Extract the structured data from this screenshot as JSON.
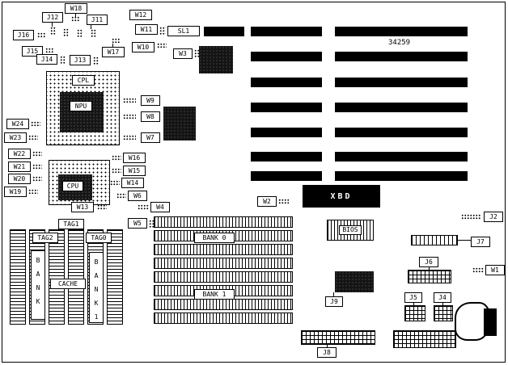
{
  "diagram": {
    "title": "motherboard-layout-diagram",
    "part_number": "34259",
    "cpl_label": "CPL",
    "npu_label": "NPU",
    "cpu_label": "CPU",
    "xbd_label": "XBD",
    "bios_label": "BIOS",
    "colors": {
      "line": "#000000",
      "background": "#ffffff",
      "chip_fill": "#141414"
    },
    "shapes": {
      "slots": [
        [
          252,
          33,
          50,
          12
        ],
        [
          310,
          33,
          88,
          12
        ],
        [
          414,
          33,
          164,
          12
        ],
        [
          310,
          64,
          88,
          12
        ],
        [
          414,
          64,
          164,
          12
        ],
        [
          310,
          96,
          88,
          12
        ],
        [
          414,
          96,
          164,
          12
        ],
        [
          310,
          127,
          88,
          12
        ],
        [
          414,
          127,
          164,
          12
        ],
        [
          310,
          158,
          88,
          12
        ],
        [
          414,
          158,
          164,
          12
        ],
        [
          310,
          188,
          88,
          12
        ],
        [
          414,
          188,
          164,
          12
        ],
        [
          310,
          212,
          88,
          12
        ],
        [
          414,
          212,
          164,
          12
        ]
      ],
      "chips": [
        [
          "ic-chip-top",
          246,
          57,
          42,
          34
        ],
        [
          "ic-chip-mid",
          202,
          132,
          40,
          42
        ],
        [
          "keyboard-controller-chip",
          414,
          336,
          48,
          26
        ]
      ],
      "labels": [
        [
          "W18",
          80,
          4,
          28,
          13
        ],
        [
          "J12",
          52,
          15,
          26,
          13
        ],
        [
          "J11",
          107,
          18,
          26,
          13
        ],
        [
          "W12",
          160,
          12,
          28,
          13
        ],
        [
          "W11",
          167,
          30,
          28,
          13
        ],
        [
          "SL1",
          207,
          32,
          40,
          13
        ],
        [
          "J16",
          16,
          37,
          26,
          13
        ],
        [
          "J15",
          27,
          57,
          26,
          13
        ],
        [
          "J14",
          45,
          67,
          26,
          13
        ],
        [
          "J13",
          86,
          68,
          26,
          13
        ],
        [
          "W17",
          126,
          58,
          28,
          13
        ],
        [
          "W10",
          163,
          52,
          28,
          13
        ],
        [
          "W3",
          214,
          60,
          24,
          13
        ],
        [
          "W9",
          174,
          118,
          24,
          13
        ],
        [
          "W8",
          174,
          138,
          24,
          13
        ],
        [
          "W7",
          174,
          164,
          24,
          13
        ],
        [
          "W24",
          8,
          147,
          28,
          13
        ],
        [
          "W23",
          5,
          164,
          28,
          13
        ],
        [
          "W22",
          10,
          184,
          28,
          13
        ],
        [
          "W21",
          10,
          200,
          28,
          13
        ],
        [
          "W20",
          10,
          215,
          28,
          13
        ],
        [
          "W19",
          5,
          231,
          28,
          13
        ],
        [
          "W16",
          152,
          189,
          28,
          13
        ],
        [
          "W15",
          152,
          205,
          28,
          13
        ],
        [
          "W14",
          150,
          220,
          28,
          13
        ],
        [
          "W6",
          158,
          236,
          24,
          13
        ],
        [
          "W13",
          88,
          250,
          28,
          13
        ],
        [
          "W4",
          186,
          250,
          24,
          13
        ],
        [
          "W5",
          158,
          270,
          24,
          13
        ],
        [
          "W2",
          318,
          243,
          24,
          13
        ],
        [
          "J2",
          598,
          262,
          24,
          13
        ],
        [
          "J7",
          582,
          293,
          24,
          13
        ],
        [
          "W1",
          600,
          328,
          24,
          13
        ],
        [
          "J6",
          518,
          318,
          24,
          13
        ],
        [
          "J5",
          500,
          362,
          22,
          13
        ],
        [
          "J4",
          536,
          362,
          22,
          13
        ],
        [
          "J9",
          402,
          367,
          22,
          13
        ],
        [
          "J8",
          392,
          430,
          24,
          13
        ],
        [
          "TAG1",
          72,
          271,
          32,
          13
        ],
        [
          "TAG2",
          40,
          288,
          32,
          13
        ],
        [
          "TAG0",
          106,
          288,
          32,
          13
        ],
        [
          "CACHE",
          62,
          345,
          44,
          13
        ],
        [
          "BANK 0",
          240,
          288,
          50,
          13
        ],
        [
          "BANK 1",
          240,
          358,
          50,
          13
        ]
      ],
      "jumpers": [
        [
          88,
          20,
          10,
          7
        ],
        [
          62,
          33,
          7,
          10
        ],
        [
          78,
          35,
          7,
          10
        ],
        [
          95,
          36,
          7,
          10
        ],
        [
          112,
          36,
          7,
          10
        ],
        [
          197,
          33,
          8,
          11
        ],
        [
          46,
          40,
          10,
          7
        ],
        [
          56,
          59,
          10,
          7
        ],
        [
          74,
          69,
          7,
          10
        ],
        [
          115,
          70,
          7,
          10
        ],
        [
          138,
          47,
          10,
          7
        ],
        [
          194,
          53,
          12,
          7
        ],
        [
          240,
          61,
          7,
          11
        ],
        [
          152,
          121,
          16,
          7
        ],
        [
          152,
          141,
          16,
          7
        ],
        [
          152,
          167,
          16,
          7
        ],
        [
          38,
          150,
          12,
          7
        ],
        [
          35,
          167,
          12,
          7
        ],
        [
          40,
          187,
          12,
          7
        ],
        [
          40,
          203,
          12,
          7
        ],
        [
          40,
          218,
          12,
          7
        ],
        [
          35,
          234,
          12,
          7
        ],
        [
          138,
          192,
          12,
          7
        ],
        [
          138,
          208,
          12,
          7
        ],
        [
          136,
          223,
          12,
          7
        ],
        [
          144,
          239,
          12,
          7
        ],
        [
          120,
          253,
          12,
          7
        ],
        [
          170,
          253,
          14,
          7
        ],
        [
          184,
          272,
          7,
          11
        ],
        [
          344,
          246,
          14,
          7
        ],
        [
          570,
          265,
          24,
          7
        ],
        [
          584,
          331,
          14,
          7
        ]
      ],
      "mem_rows": [
        [
          190,
          268,
          172,
          14
        ],
        [
          190,
          285,
          172,
          14
        ],
        [
          190,
          302,
          172,
          14
        ],
        [
          190,
          319,
          172,
          14
        ],
        [
          190,
          336,
          172,
          14
        ],
        [
          190,
          353,
          172,
          14
        ],
        [
          190,
          370,
          172,
          14
        ],
        [
          190,
          387,
          172,
          14
        ]
      ],
      "strips": [
        [
          12,
          284,
          20,
          118
        ],
        [
          36,
          284,
          20,
          118
        ],
        [
          60,
          284,
          20,
          118
        ],
        [
          84,
          284,
          20,
          118
        ],
        [
          108,
          284,
          20,
          118
        ],
        [
          132,
          284,
          20,
          118
        ]
      ],
      "rows": [
        [
          "j7-connector",
          508,
          291,
          58,
          13
        ]
      ],
      "grids": [
        [
          "j6-connector",
          504,
          334,
          54,
          17
        ],
        [
          "j5-block",
          500,
          378,
          26,
          20
        ],
        [
          "j4-block",
          536,
          378,
          24,
          20
        ],
        [
          "j8-connector",
          372,
          409,
          92,
          18
        ],
        [
          "bottom-edge-connector",
          486,
          409,
          78,
          22
        ]
      ],
      "vlabels": [
        [
          "bank-label-left",
          "B\nA\nN\nK",
          38,
          310,
          18,
          86
        ],
        [
          "bank-label-right",
          "B\nA\nN\nK\n1",
          110,
          312,
          18,
          88
        ]
      ],
      "lines": [
        [
          93,
          17,
          1,
          4
        ],
        [
          64,
          28,
          1,
          5
        ],
        [
          112,
          31,
          1,
          5
        ],
        [
          139,
          54,
          1,
          4
        ],
        [
          412,
          362,
          1,
          5
        ],
        [
          404,
          427,
          1,
          3
        ],
        [
          566,
          297,
          16,
          1
        ],
        [
          530,
          331,
          1,
          3
        ],
        [
          511,
          375,
          1,
          3
        ],
        [
          547,
          375,
          1,
          3
        ]
      ]
    }
  }
}
